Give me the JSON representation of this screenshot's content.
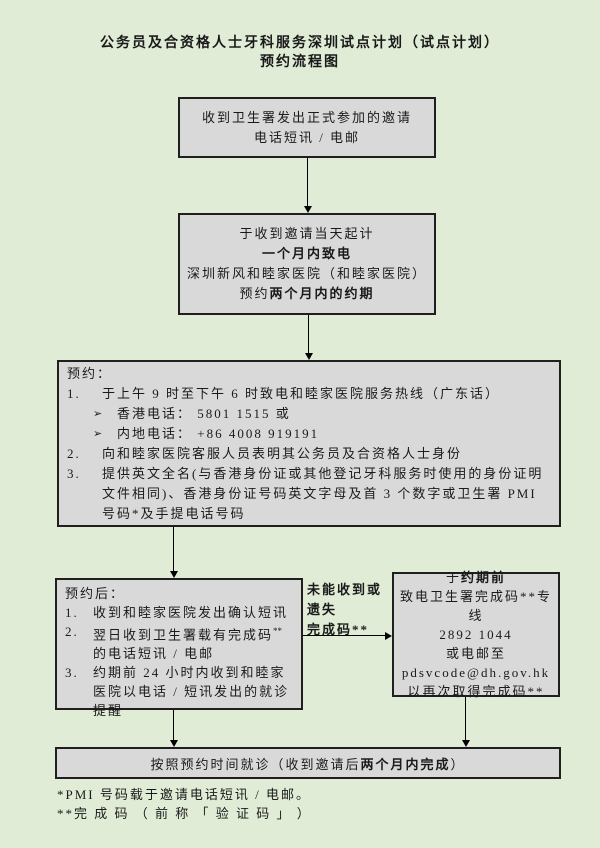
{
  "title": {
    "line1": "公务员及合资格人士牙科服务深圳试点计划（试点计划）",
    "line2": "预约流程图"
  },
  "invitation_box": {
    "line1": "收到卫生署发出正式参加的邀请",
    "line2": "电话短讯 / 电邮"
  },
  "call_box": {
    "line1": "于收到邀请当天起计",
    "line2_bold": "一个月内致电",
    "line3": "深圳新风和睦家医院（和睦家医院）",
    "line4_pre": "预约",
    "line4_bold": "两个月内的约期"
  },
  "booking_box": {
    "heading": "预约：",
    "item1_num": "1.",
    "item1": "于上午 9 时至下午 6 时致电和睦家医院服务热线（广东话）",
    "hk_bullet": "➢",
    "hk_phone": "香港电话： 5801 1515 或",
    "cn_bullet": "➢",
    "cn_phone": "内地电话： +86 4008 919191",
    "item2_num": "2.",
    "item2": "向和睦家医院客服人员表明其公务员及合资格人士身份",
    "item3_num": "3.",
    "item3": "提供英文全名(与香港身份证或其他登记牙科服务时使用的身份证明文件相同)、香港身份证号码英文字母及首 3 个数字或卫生署 PMI 号码*及手提电话号码"
  },
  "after_booking_box": {
    "heading": "预约后：",
    "item1_num": "1.",
    "item1": "收到和睦家医院发出确认短讯",
    "item2_num": "2.",
    "item2_pre": "翌日收到卫生署载有完成码",
    "item2_sup": "**",
    "item2_post": "的电话短讯 / 电邮",
    "item3_num": "3.",
    "item3": "约期前 24 小时内收到和睦家医院以电话 / 短讯发出的就诊提醒"
  },
  "lost_code_label": {
    "line1": "未能收到或",
    "line2": "遗失",
    "line3": "完成码**"
  },
  "retrieve_code_box": {
    "line1_pre": "于",
    "line1_bold": "约期前",
    "line2": "致电卫生署完成码**专线",
    "line3": "2892 1044",
    "line4": "或电邮至",
    "line5": "pdsvcode@dh.gov.hk",
    "line6": "以再次取得完成码**"
  },
  "attend_box": {
    "pre": "按照预约时间就诊（收到邀请后",
    "bold": "两个月内完成",
    "post": "）"
  },
  "footnotes": {
    "line1": "*PMI 号码载于邀请电话短讯 / 电邮。",
    "line2": "**完 成 码 （ 前 称 「 验 证 码 」 ）"
  },
  "colors": {
    "background": "#e1ecd7",
    "box_fill": "#d9d9d9",
    "box_border": "#1f1f1f",
    "text": "#1a1a1a"
  }
}
